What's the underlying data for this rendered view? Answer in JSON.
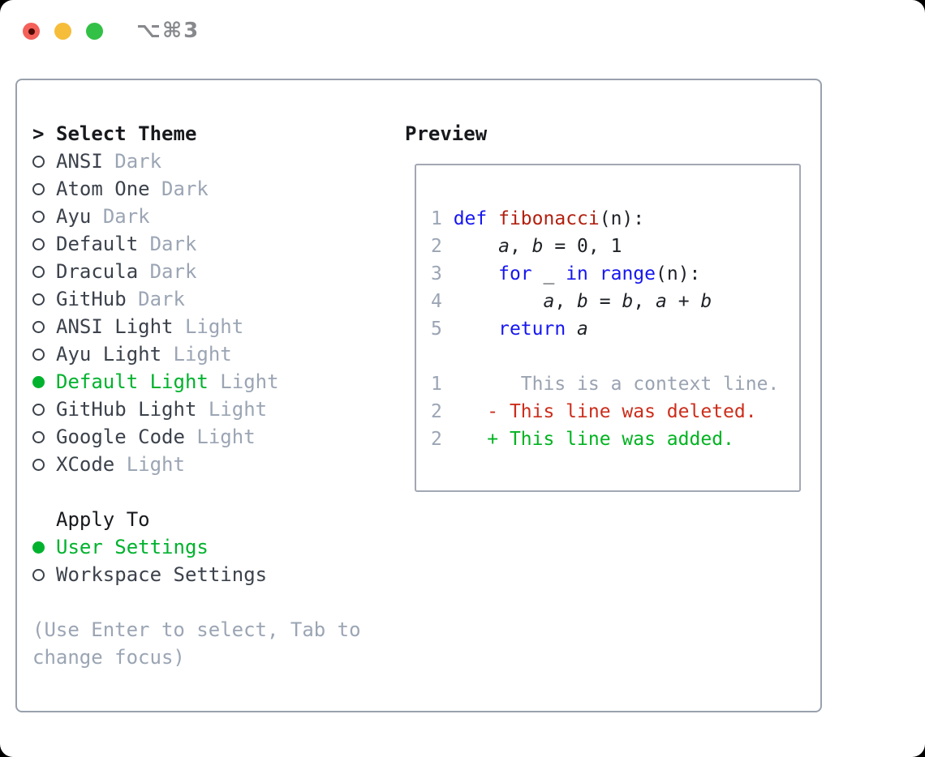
{
  "window": {
    "title": "⌥⌘3",
    "traffic_lights": [
      {
        "name": "close",
        "has_dot": true
      },
      {
        "name": "minimize",
        "has_dot": false
      },
      {
        "name": "zoom",
        "has_dot": false
      }
    ]
  },
  "colors": {
    "accent_green": "#00b22d",
    "keyword_blue": "#1616f0",
    "function_red": "#b2200f",
    "deleted_red": "#cc2d1b",
    "added_green": "#00b320",
    "muted_gray": "#9ba5b4",
    "ink_black": "#17191d",
    "panel_border": "#99a1ad",
    "traffic_red": "#f4605a",
    "traffic_yellow": "#f6bd3b",
    "traffic_green": "#33c046"
  },
  "theme_list": {
    "header_prefix": ">",
    "header": "Select Theme",
    "items": [
      {
        "name": "ANSI",
        "variant": "Dark",
        "selected": false
      },
      {
        "name": "Atom One",
        "variant": "Dark",
        "selected": false
      },
      {
        "name": "Ayu",
        "variant": "Dark",
        "selected": false
      },
      {
        "name": "Default",
        "variant": "Dark",
        "selected": false
      },
      {
        "name": "Dracula",
        "variant": "Dark",
        "selected": false
      },
      {
        "name": "GitHub",
        "variant": "Dark",
        "selected": false
      },
      {
        "name": "ANSI Light",
        "variant": "Light",
        "selected": false
      },
      {
        "name": "Ayu Light",
        "variant": "Light",
        "selected": false
      },
      {
        "name": "Default Light",
        "variant": "Light",
        "selected": true
      },
      {
        "name": "GitHub Light",
        "variant": "Light",
        "selected": false
      },
      {
        "name": "Google Code",
        "variant": "Light",
        "selected": false
      },
      {
        "name": "XCode",
        "variant": "Light",
        "selected": false
      }
    ]
  },
  "apply_to": {
    "header": "Apply To",
    "options": [
      {
        "name": "User Settings",
        "selected": true
      },
      {
        "name": "Workspace Settings",
        "selected": false
      }
    ]
  },
  "footer": {
    "hint_line1": "(Use Enter to select, Tab to",
    "hint_line2": "change focus)"
  },
  "preview": {
    "header": "Preview",
    "code_lines": [
      {
        "name": "code-line-1",
        "segments": [
          {
            "t": "1 ",
            "c": "ln"
          },
          {
            "t": "def",
            "c": "kw"
          },
          {
            "t": " ",
            "c": "pl"
          },
          {
            "t": "fibonacci",
            "c": "fn"
          },
          {
            "t": "(n):",
            "c": "pl"
          }
        ]
      },
      {
        "name": "code-line-2",
        "segments": [
          {
            "t": "2 ",
            "c": "ln"
          },
          {
            "t": "    ",
            "c": "pl"
          },
          {
            "t": "a",
            "c": "v"
          },
          {
            "t": ", ",
            "c": "pl"
          },
          {
            "t": "b",
            "c": "v"
          },
          {
            "t": " = 0, 1",
            "c": "pl"
          }
        ]
      },
      {
        "name": "code-line-3",
        "segments": [
          {
            "t": "3 ",
            "c": "ln"
          },
          {
            "t": "    ",
            "c": "pl"
          },
          {
            "t": "for",
            "c": "kw"
          },
          {
            "t": " _ ",
            "c": "pl"
          },
          {
            "t": "in",
            "c": "kw"
          },
          {
            "t": " ",
            "c": "pl"
          },
          {
            "t": "range",
            "c": "kw"
          },
          {
            "t": "(n):",
            "c": "pl"
          }
        ]
      },
      {
        "name": "code-line-4",
        "segments": [
          {
            "t": "4 ",
            "c": "ln"
          },
          {
            "t": "        ",
            "c": "pl"
          },
          {
            "t": "a",
            "c": "v"
          },
          {
            "t": ", ",
            "c": "pl"
          },
          {
            "t": "b",
            "c": "v"
          },
          {
            "t": " = ",
            "c": "pl"
          },
          {
            "t": "b",
            "c": "v"
          },
          {
            "t": ", ",
            "c": "pl"
          },
          {
            "t": "a",
            "c": "v"
          },
          {
            "t": " + ",
            "c": "pl"
          },
          {
            "t": "b",
            "c": "v"
          }
        ]
      },
      {
        "name": "code-line-5",
        "segments": [
          {
            "t": "5 ",
            "c": "ln"
          },
          {
            "t": "    ",
            "c": "pl"
          },
          {
            "t": "return",
            "c": "kw"
          },
          {
            "t": " ",
            "c": "pl"
          },
          {
            "t": "a",
            "c": "v"
          }
        ]
      },
      {
        "name": "blank-line",
        "segments": []
      },
      {
        "name": "diff-context-line",
        "segments": [
          {
            "t": "1",
            "c": "ln"
          },
          {
            "t": "       This is a context line.",
            "c": "ctx"
          }
        ]
      },
      {
        "name": "diff-deleted-line",
        "segments": [
          {
            "t": "2",
            "c": "ln"
          },
          {
            "t": "    - This line was deleted.",
            "c": "del"
          }
        ]
      },
      {
        "name": "diff-added-line",
        "segments": [
          {
            "t": "2",
            "c": "ln"
          },
          {
            "t": "    + This line was added.",
            "c": "add"
          }
        ]
      }
    ]
  }
}
